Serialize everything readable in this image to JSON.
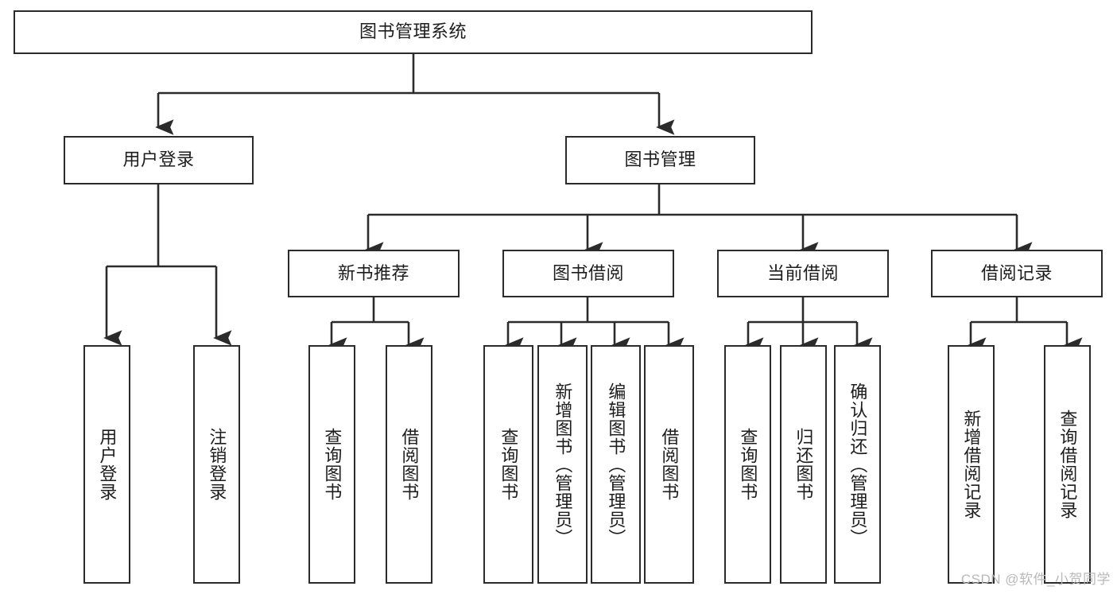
{
  "diagram": {
    "type": "tree-hierarchy",
    "title": "图书管理系统",
    "orientation": "top-down",
    "colors": {
      "box_border": "#2b2b2b",
      "box_fill": "#ffffff",
      "line": "#2b2b2b",
      "text": "#1d1d1d",
      "watermark": "#b9b9b9"
    },
    "nodes": {
      "root": {
        "label": "图书管理系统"
      },
      "level2": [
        {
          "id": "user-login",
          "label": "用户登录"
        },
        {
          "id": "book-management",
          "label": "图书管理"
        }
      ],
      "level3": [
        {
          "id": "new-book-recommend",
          "label": "新书推荐"
        },
        {
          "id": "book-borrow",
          "label": "图书借阅"
        },
        {
          "id": "current-borrow",
          "label": "当前借阅"
        },
        {
          "id": "borrow-record",
          "label": "借阅记录"
        }
      ],
      "leaves": {
        "user_login": [
          {
            "id": "leaf-user-login",
            "label": "用户登录"
          },
          {
            "id": "leaf-logout",
            "label": "注销登录"
          }
        ],
        "new_book_recommend": [
          {
            "id": "leaf-query-book-1",
            "label": "查询图书"
          },
          {
            "id": "leaf-borrow-book-1",
            "label": "借阅图书"
          }
        ],
        "book_borrow": [
          {
            "id": "leaf-query-book-2",
            "label": "查询图书"
          },
          {
            "id": "leaf-add-book",
            "label": "新增图书（管理员）"
          },
          {
            "id": "leaf-edit-book",
            "label": "编辑图书（管理员）"
          },
          {
            "id": "leaf-borrow-book-2",
            "label": "借阅图书"
          }
        ],
        "current_borrow": [
          {
            "id": "leaf-query-book-3",
            "label": "查询图书"
          },
          {
            "id": "leaf-return-book",
            "label": "归还图书"
          },
          {
            "id": "leaf-confirm-return",
            "label": "确认归还（管理员）"
          }
        ],
        "borrow_record": [
          {
            "id": "leaf-add-record",
            "label": "新增借阅记录"
          },
          {
            "id": "leaf-query-record",
            "label": "查询借阅记录"
          }
        ]
      }
    }
  },
  "watermark": {
    "text": "CSDN @软件_小贺同学"
  }
}
